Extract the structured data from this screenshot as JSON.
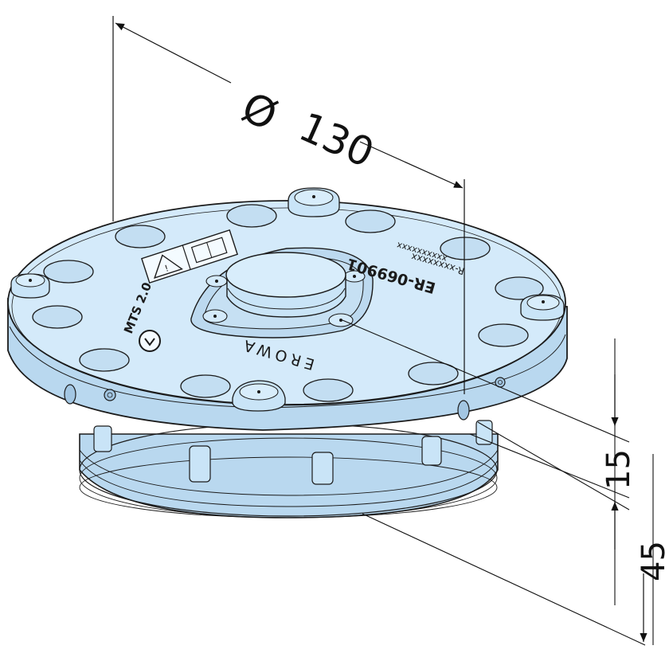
{
  "drawing": {
    "colors": {
      "body": "#c9e4f7",
      "body_top": "#d4eafa",
      "body_side": "#b9d8ef",
      "body_dark": "#a3c6e2",
      "outline": "#1b1b1b",
      "dimension": "#111111"
    },
    "dimensions": {
      "diameter_symbol": "Ø",
      "diameter_value": "130",
      "upper_height_value": "15",
      "lower_height_value": "45"
    },
    "engraving": {
      "part_number": "ER-069901",
      "serial_number": "R-xxxxxxxx",
      "batch_marking": "xxxxxxxxxx",
      "brand": "EROWA",
      "product_line": "MTS 2.0"
    }
  }
}
